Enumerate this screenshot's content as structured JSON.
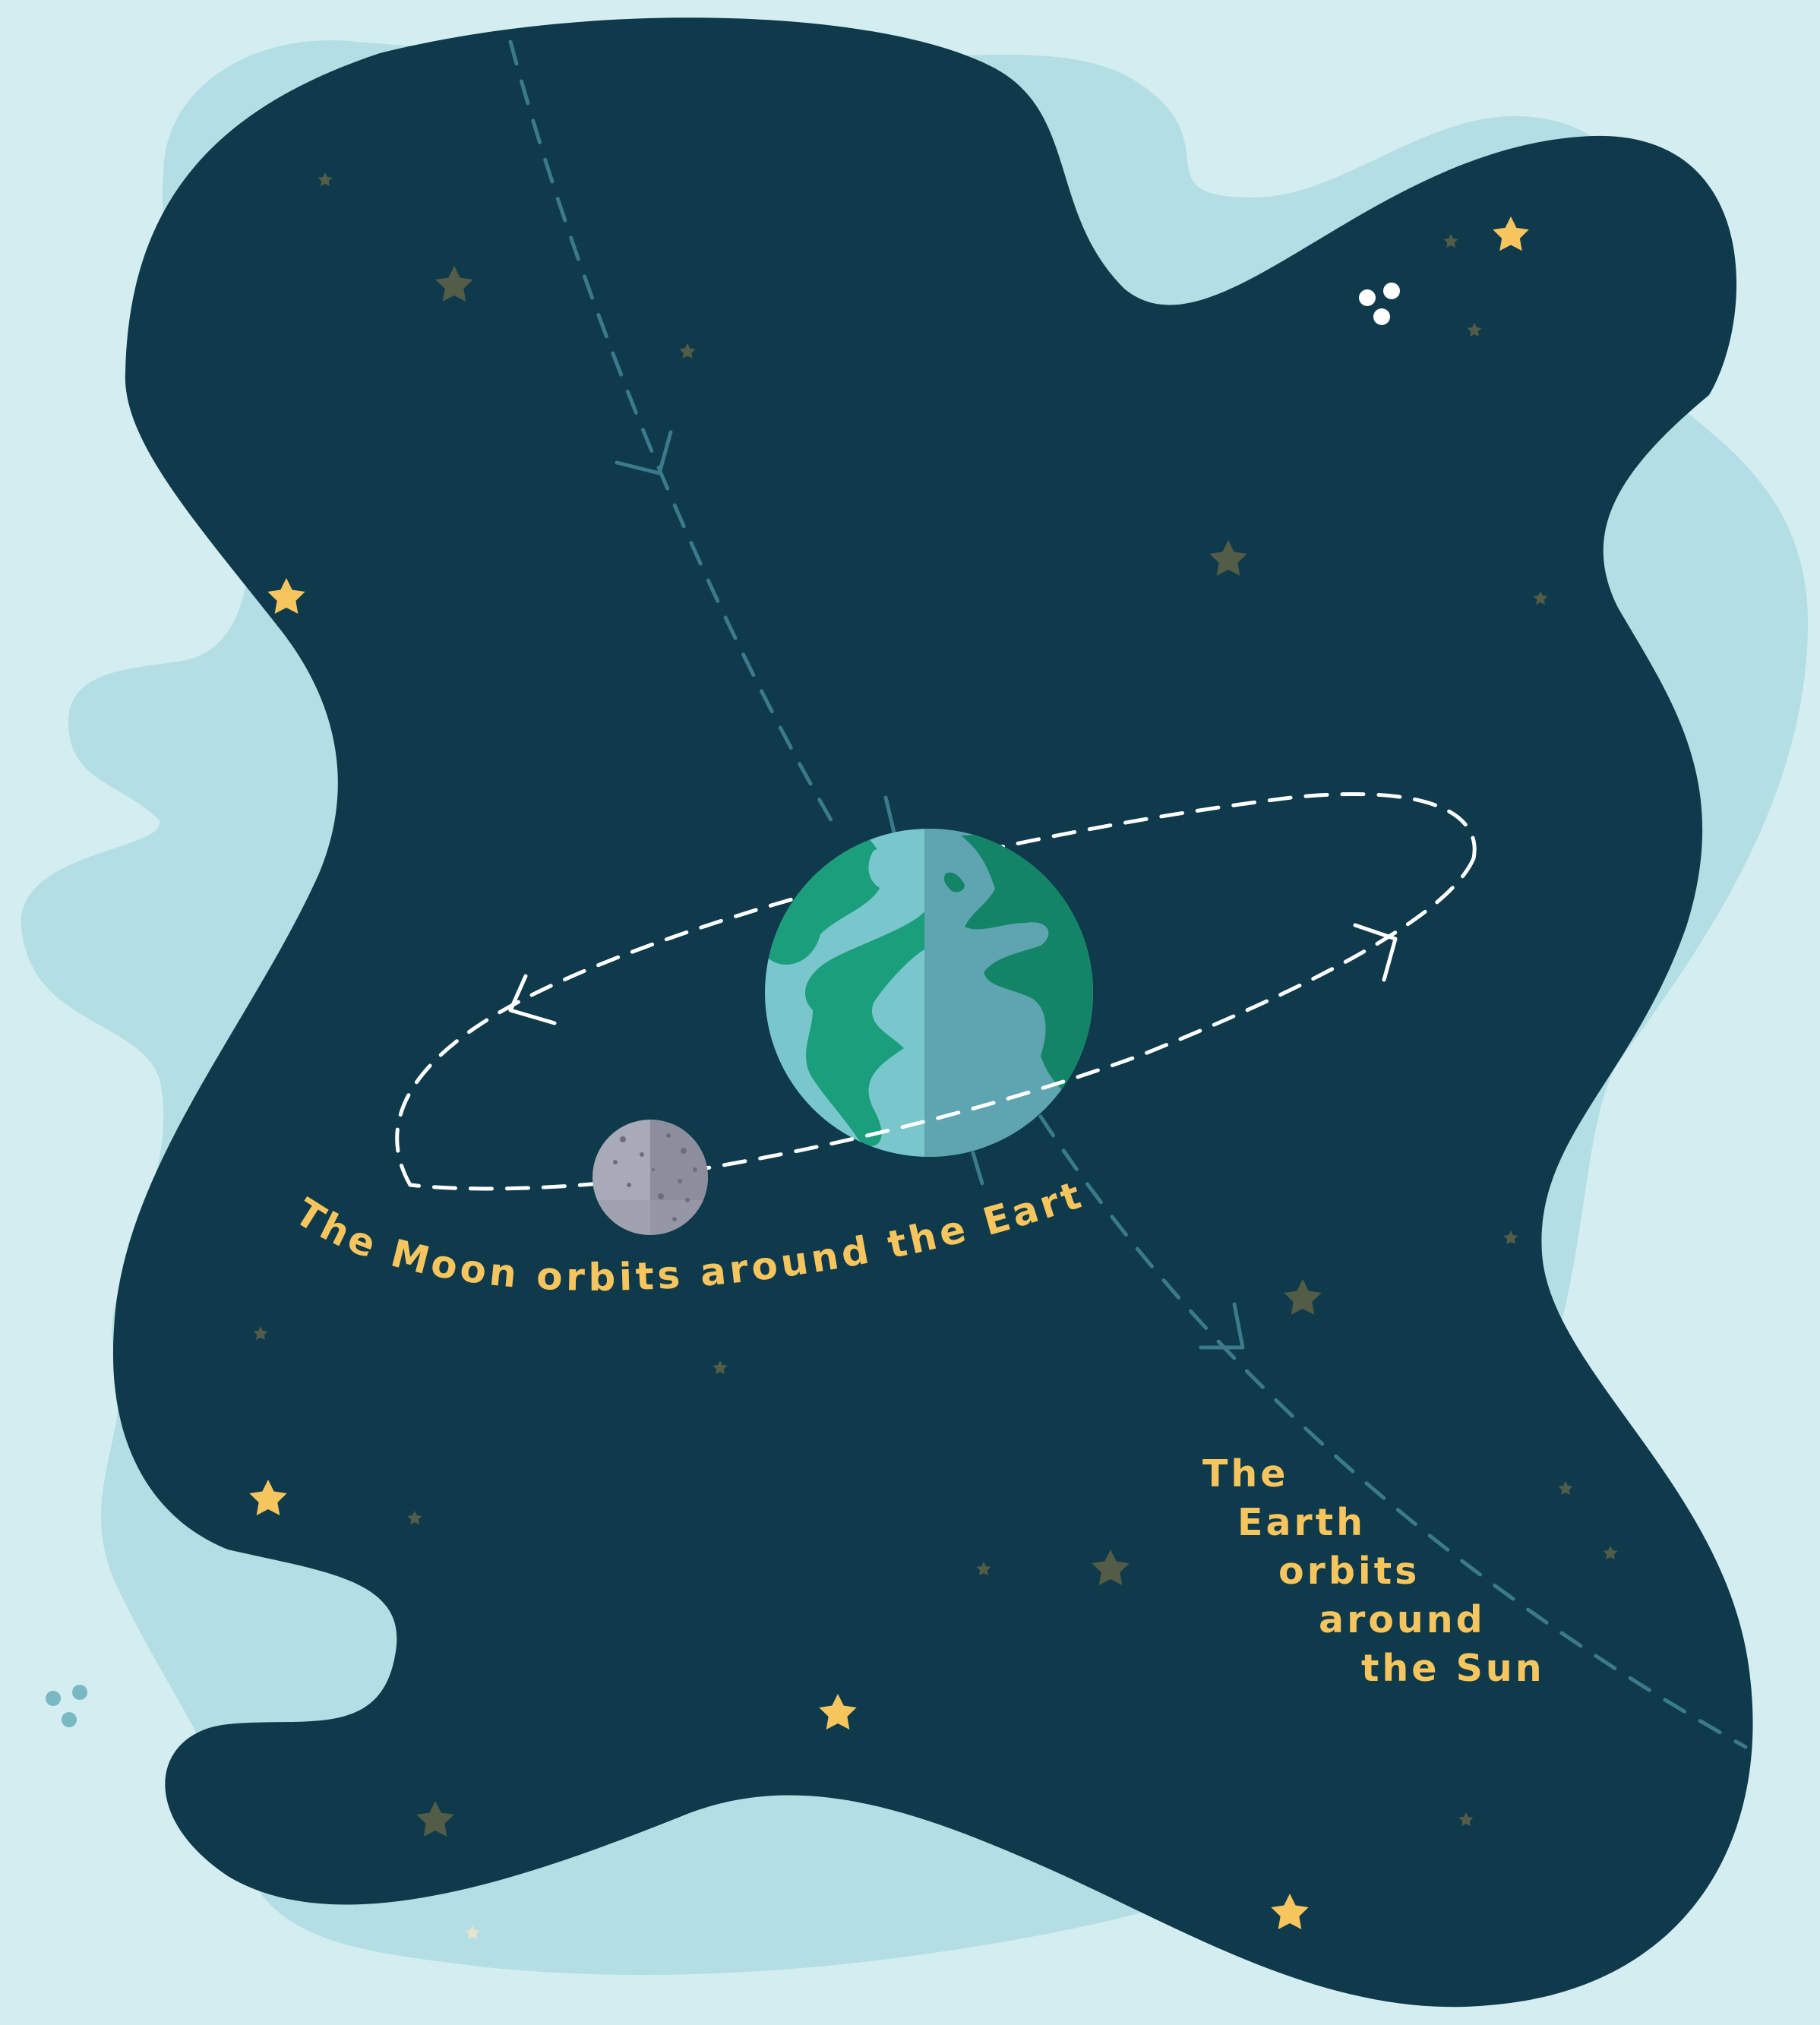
{
  "labels": {
    "moon_orbit": "The Moon orbits around the Earth",
    "earth_orbit": [
      "The",
      "Earth",
      "orbits",
      "around",
      "the Sun"
    ]
  },
  "colors": {
    "background": "#d4edf1",
    "outer_blob": "#b3dee3",
    "space": "#0e3a4b",
    "earth_ocean_light": "#79c6cd",
    "earth_ocean_dark": "#5fa5b1",
    "earth_land_light": "#1a9e7b",
    "earth_land_dark": "#148466",
    "moon_light": "#a9aab8",
    "moon_dark": "#8d8e9d",
    "star_bright": "#f7c55e",
    "star_dim": "#535c47",
    "moon_orbit_line": "#ffffff",
    "sun_orbit_line": "#3b7a8a",
    "caption_text": "#f7c55e"
  },
  "icons": [
    "earth-icon",
    "moon-icon",
    "star-icon",
    "orbit-arrow-icon"
  ]
}
